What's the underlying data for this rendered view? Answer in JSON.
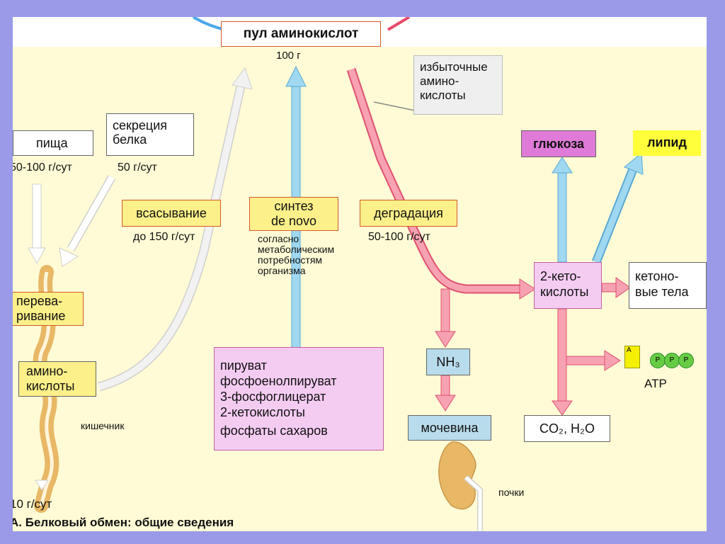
{
  "colors": {
    "frame": "#9a9ae8",
    "background": "#fffbd6",
    "pink_arrow": "#f0788a",
    "blue_arrow": "#9fd8f0",
    "gray_arrow": "#d8d8d8",
    "intestine": "#e8b866"
  },
  "pool": {
    "label": "пул аминокислот",
    "amount": "100 г"
  },
  "food": {
    "label": "пища",
    "rate": "50-100 г/сут"
  },
  "secretion": {
    "line1": "секреция",
    "line2": "белка",
    "rate": "50 г/сут"
  },
  "absorption": {
    "label": "всасывание",
    "rate": "до 150 г/сут"
  },
  "synthesis": {
    "line1": "синтез",
    "line2": "de novo",
    "note": [
      "согласно",
      "метаболическим",
      "потребностям",
      "организма"
    ]
  },
  "degradation": {
    "label": "деградация",
    "rate": "50-100 г/сут"
  },
  "excess": [
    "избыточные",
    "амино-",
    "кислоты"
  ],
  "digestion": {
    "line1": "перева-",
    "line2": "ривание"
  },
  "amino_acids": {
    "line1": "амино-",
    "line2": "кислоты"
  },
  "intestine_label": "кишечник",
  "excretion_rate": "10 г/сут",
  "precursors": [
    "пируват",
    "фосфоенолпируват",
    "3-фосфоглицерат",
    "2-кетокислоты",
    "фосфаты сахаров"
  ],
  "glucose": "глюкоза",
  "lipid": "липид",
  "ketoacids": {
    "line1": "2-кето-",
    "line2": "кислоты"
  },
  "ketone_bodies": {
    "line1": "кетоно-",
    "line2": "вые тела"
  },
  "ammonia": "NH₃",
  "urea": "мочевина",
  "kidneys_label": "почки",
  "co2_h2o": "CO₂, H₂O",
  "atp": {
    "label": "ATP",
    "letter_a": "A",
    "phosphate": "P"
  },
  "caption": "А. Белковый обмен: общие сведения"
}
